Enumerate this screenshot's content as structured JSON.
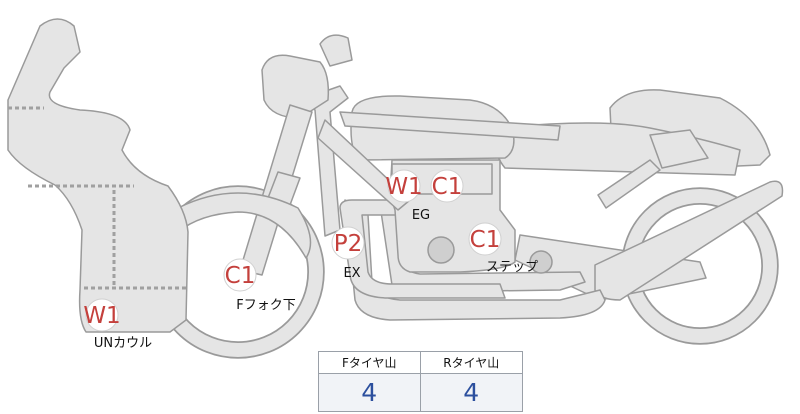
{
  "colors": {
    "body_fill": "#e5e5e5",
    "outline": "#9a9a9a",
    "marker_text": "#c4403c",
    "value_text": "#2c4f9e"
  },
  "markers": {
    "eg_w1": "W1",
    "eg_c1": "C1",
    "step_c1": "C1",
    "ex_p2": "P2",
    "ffork_c1": "C1",
    "uncowl_w1": "W1"
  },
  "labels": {
    "eg": "EG",
    "step": "ステップ",
    "ex": "EX",
    "ffork": "Fフォク下",
    "uncowl": "UNカウル"
  },
  "tire_table": {
    "front_header": "Fタイヤ山",
    "rear_header": "Rタイヤ山",
    "front_value": "4",
    "rear_value": "4"
  }
}
